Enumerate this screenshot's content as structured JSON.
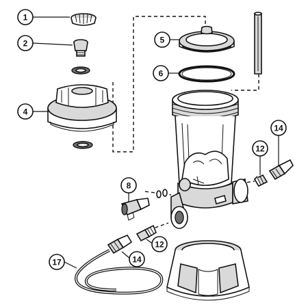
{
  "callouts": {
    "c1": "1",
    "c2": "2",
    "c4": "4",
    "c5": "5",
    "c6": "6",
    "c8": "8",
    "c12a": "12",
    "c12b": "12",
    "c14a": "14",
    "c14b": "14",
    "c17": "17"
  },
  "colors": {
    "ink": "#111111",
    "shade": "#d9d9d9",
    "dark": "#6e6e6e"
  }
}
